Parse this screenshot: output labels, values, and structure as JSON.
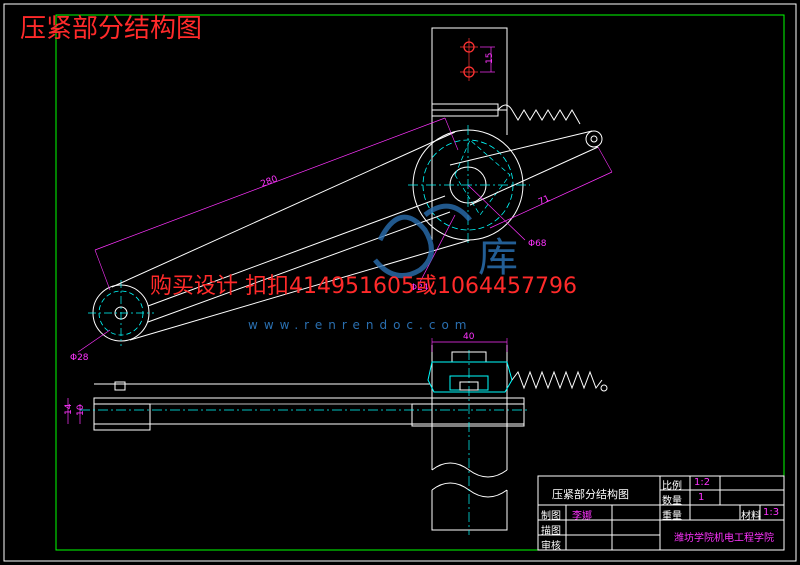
{
  "drawing_title": "压紧部分结构图",
  "watermark": {
    "purchase_text": "购买设计  扣扣414951605或1064457796",
    "site_url": "www.renrendoc.com",
    "logo_char": "库"
  },
  "dimensions": {
    "hole_spacing": "15",
    "arm_length": "280",
    "offset": "71",
    "large_diameter": "Φ68",
    "center_mark": "Φ24",
    "small_diameter": "Φ28",
    "width": "40",
    "thickness_a": "14",
    "thickness_b": "10"
  },
  "title_block": {
    "part_name": "压紧部分结构图",
    "scale_label": "比例",
    "scale_value": "1:2",
    "qty_label": "数量",
    "qty_value": "1",
    "weight_label": "重量",
    "material_label": "材料",
    "material_value": "1:3",
    "drawn_label": "制图",
    "drawn_by": "李娜",
    "drafter_label": "描图",
    "reviewer_label": "审核",
    "institution": "潍坊学院机电工程学院"
  },
  "colors": {
    "background": "#000000",
    "outline": "#ffffff",
    "dimension": "#ff33ff",
    "centerline": "#00ffff",
    "frame": "#00ff00",
    "watermark_red": "#ff2a2a",
    "watermark_blue": "#2a6fb0"
  }
}
